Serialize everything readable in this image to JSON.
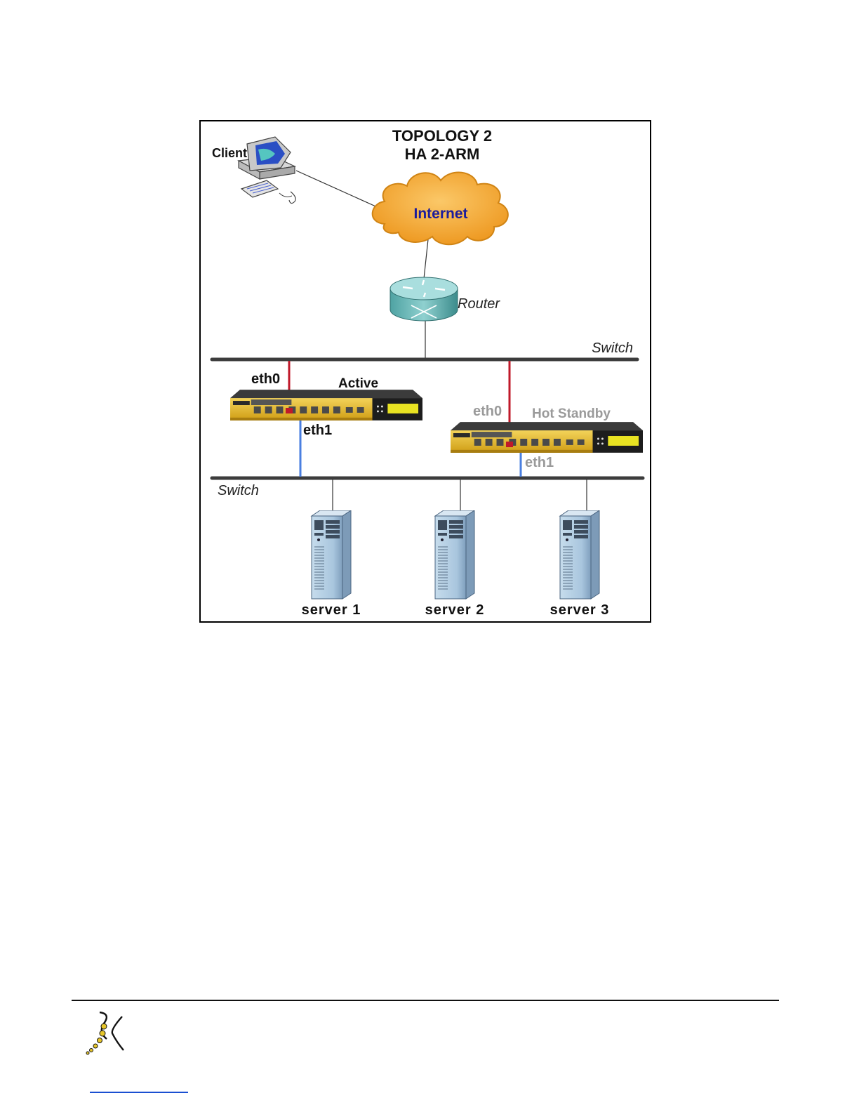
{
  "diagram": {
    "title_line1": "TOPOLOGY 2",
    "title_line2": "HA 2-ARM",
    "client_label": "Client",
    "internet_label": "Internet",
    "router_label": "Router",
    "top_switch_label": "Switch",
    "bottom_switch_label": "Switch",
    "active": {
      "status": "Active",
      "eth0": "eth0",
      "eth1": "eth1"
    },
    "standby": {
      "status": "Hot Standby",
      "eth0": "eth0",
      "eth1": "eth1"
    },
    "servers": [
      "server 1",
      "server 2",
      "server 3"
    ]
  },
  "colors": {
    "internet_text": "#1c1c9c",
    "cloud_fill": "#f2a533",
    "eth0_link": "#c0192a",
    "eth1_link": "#4a7fe0",
    "standby_text": "#9a9a9a",
    "appliance_gold": "#e8bd2a"
  },
  "icons": [
    "client-computer-icon",
    "internet-cloud-icon",
    "router-icon",
    "load-balancer-appliance-icon",
    "server-tower-icon",
    "company-logo-icon"
  ]
}
